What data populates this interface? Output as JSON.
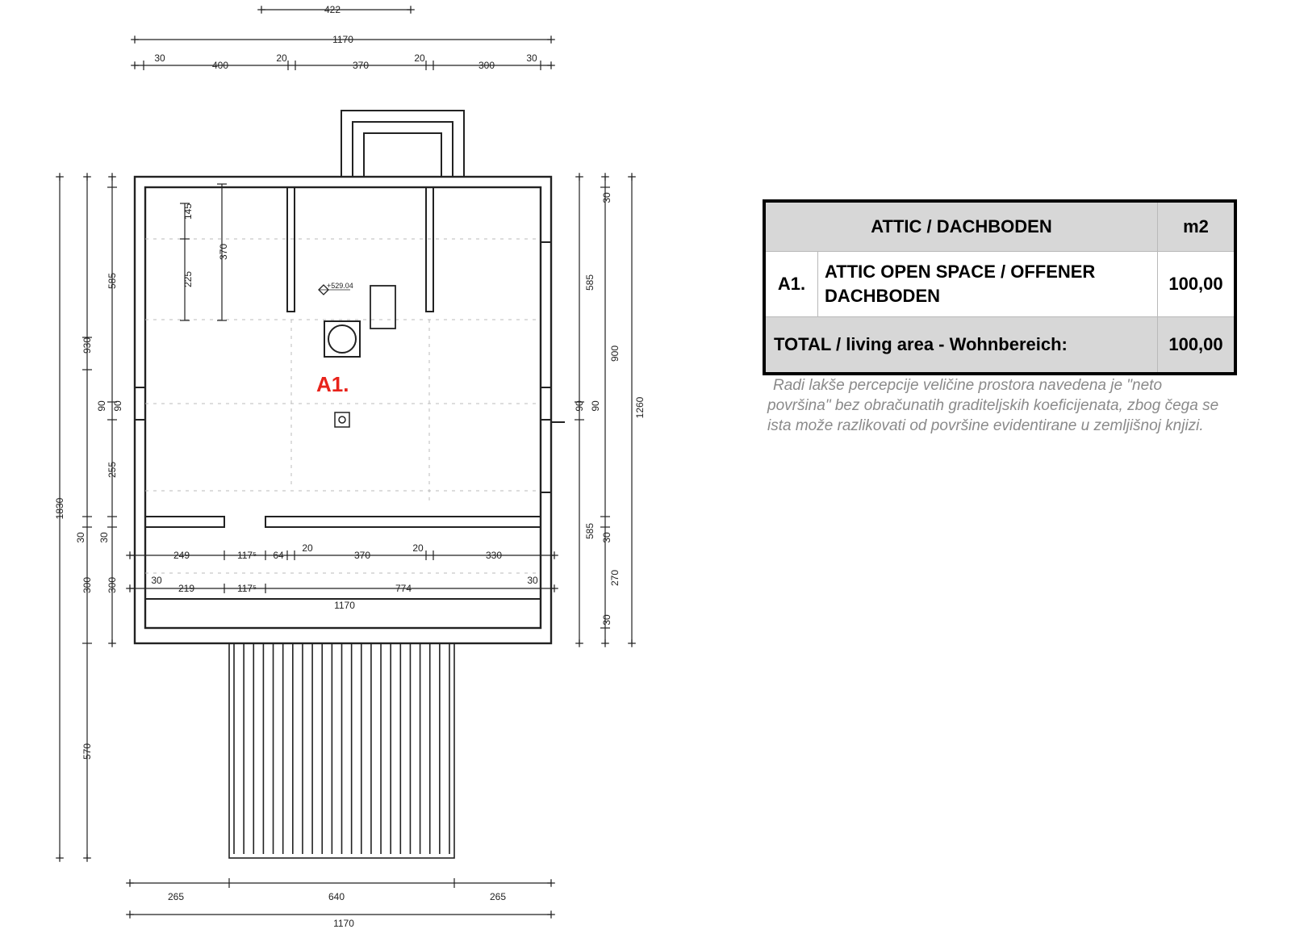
{
  "area_table": {
    "header": {
      "title": "ATTIC / DACHBODEN",
      "unit": "m2"
    },
    "rows": [
      {
        "code": "A1.",
        "name": "ATTIC OPEN SPACE / OFFENER DACHBODEN",
        "area": "100,00"
      }
    ],
    "total": {
      "label": "TOTAL / living area - Wohnbereich:",
      "area": "100,00"
    }
  },
  "footnote": "Radi lakše percepcije veličine prostora navedena je \"neto površina\" bez obračunatih graditeljskih koeficijenata, zbog čega se ista može razlikovati od površine evidentirane u zemljišnoj knjizi.",
  "floor_plan": {
    "room_label": "A1.",
    "elevation_mark": "+529.04",
    "top_dimensions": {
      "chimney_width": "422",
      "overall": "1170",
      "segments": [
        "30",
        "400",
        "20",
        "370",
        "20",
        "300",
        "30"
      ]
    },
    "left_dimensions": {
      "overall": "1830",
      "outer_chain": [
        "930",
        "90",
        "255",
        "30",
        "300",
        "570"
      ],
      "inner_chain": [
        "585",
        "90",
        "30",
        "300"
      ],
      "room_chain": [
        "145",
        "225",
        "370"
      ]
    },
    "right_dimensions": {
      "overall": "1260",
      "inner_chain": [
        "30",
        "585",
        "90",
        "585",
        "30",
        "270",
        "30"
      ],
      "outer_chain": [
        "900",
        "90"
      ]
    },
    "interior_dimensions": {
      "row1": [
        "249",
        "117⁵",
        "64",
        "20",
        "370",
        "20",
        "330"
      ],
      "row2": [
        "30",
        "219",
        "117⁵",
        "774",
        "30"
      ],
      "overall": "1170"
    },
    "bottom_dimensions": {
      "segments": [
        "265",
        "640",
        "265"
      ],
      "overall": "1170"
    }
  }
}
